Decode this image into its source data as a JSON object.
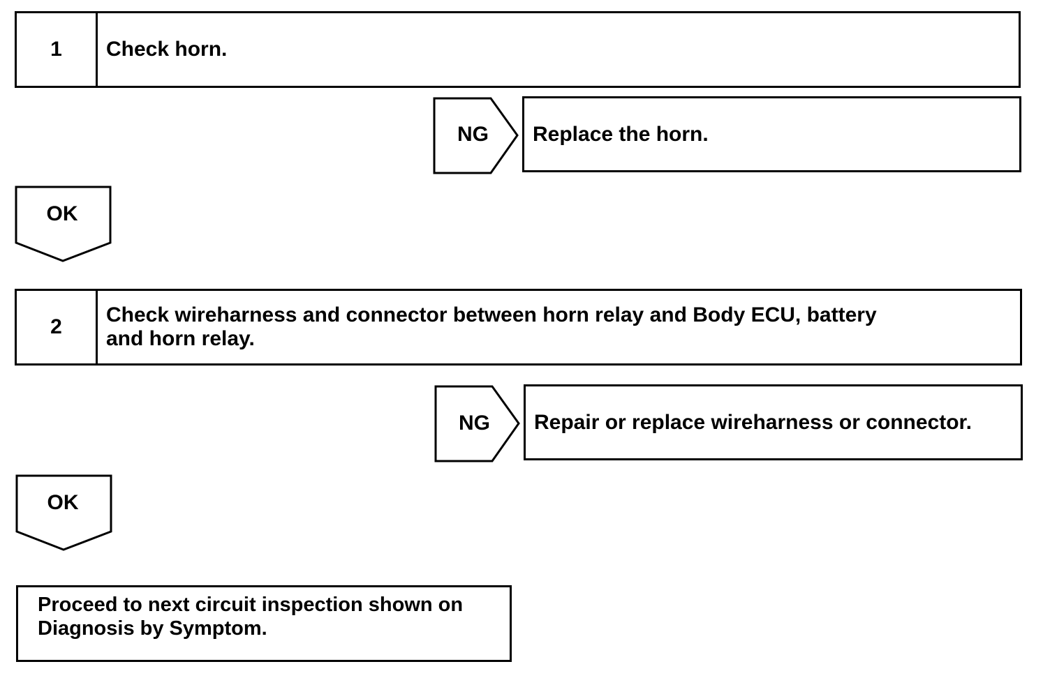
{
  "steps": [
    {
      "number": "1",
      "text": "Check horn.",
      "ng_label": "NG",
      "ng_action": "Replace the horn.",
      "ok_label": "OK"
    },
    {
      "number": "2",
      "text_line1": "Check wireharness and connector between horn relay and Body ECU, battery",
      "text_line2": "and horn relay.",
      "ng_label": "NG",
      "ng_action": "Repair or replace wireharness or connector.",
      "ok_label": "OK"
    }
  ],
  "final": {
    "line1": "Proceed to next circuit inspection shown on",
    "line2": "Diagnosis by Symptom."
  }
}
